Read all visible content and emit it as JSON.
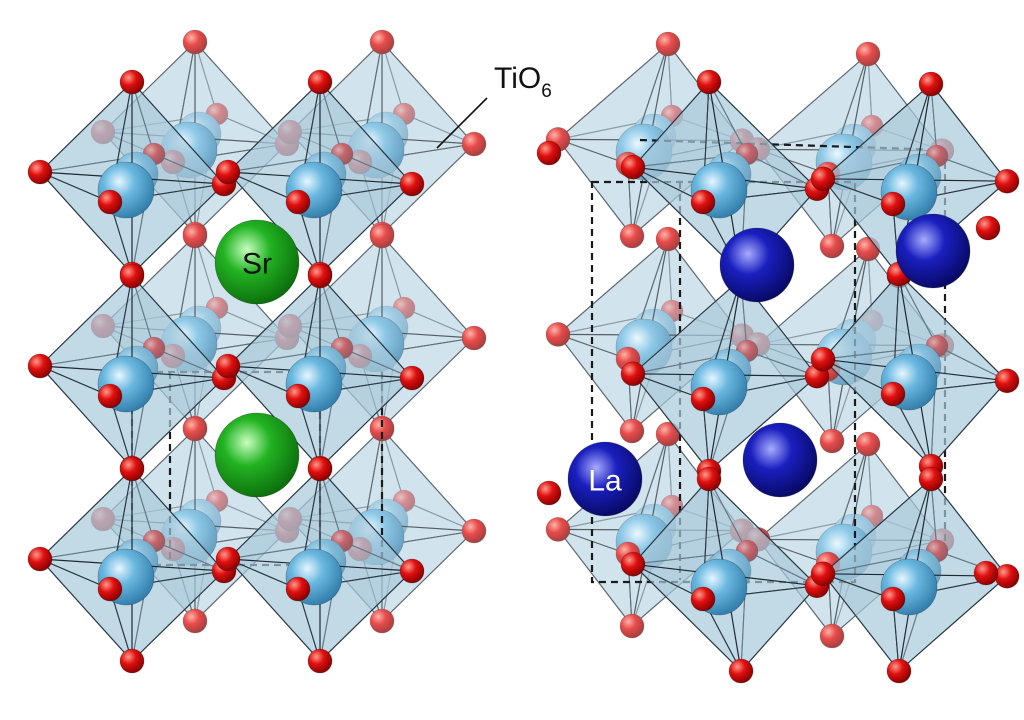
{
  "labels": {
    "polyhedron": "TiO",
    "polyhedron_subscript": "6",
    "a_site_left": "Sr",
    "a_site_right": "La"
  },
  "colors": {
    "oxygen": "#e01010",
    "titanium": "#6ab8e0",
    "strontium": "#22b322",
    "lanthanum": "#1a1fbf",
    "octahedron_fill": "#a9c9dc"
  },
  "structures": [
    {
      "name": "left-structure",
      "a_site_element": "Sr",
      "tilted": false
    },
    {
      "name": "right-structure",
      "a_site_element": "La",
      "tilted": true
    }
  ]
}
